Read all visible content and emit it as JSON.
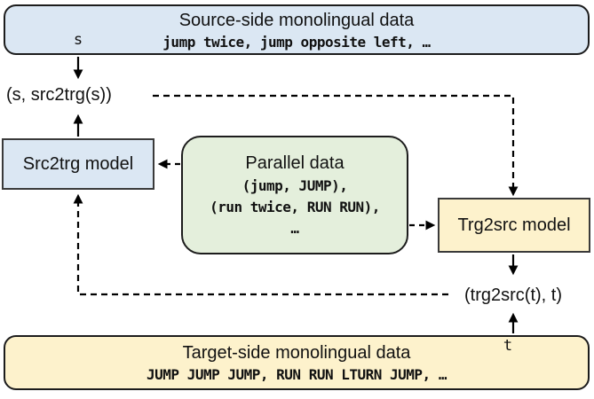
{
  "colors": {
    "box_blue": "#dbe7f3",
    "box_green": "#e4efdc",
    "box_yellow": "#fdf2cc",
    "border_dark": "#1c1c1c",
    "arrow": "#000000"
  },
  "boxes": {
    "source_mono": {
      "title": "Source-side monolingual data",
      "var": "s",
      "sample": "jump twice, jump opposite left, …"
    },
    "src2trg_model": {
      "label": "Src2trg model"
    },
    "parallel": {
      "title": "Parallel data",
      "pairs": [
        "(jump, JUMP),",
        "(run twice, RUN RUN),",
        "…"
      ]
    },
    "trg2src_model": {
      "label": "Trg2src model"
    },
    "target_mono": {
      "title": "Target-side monolingual data",
      "var": "t",
      "sample": "JUMP JUMP JUMP, RUN RUN LTURN JUMP, …"
    }
  },
  "labels": {
    "src_pair": "(s, src2trg(s))",
    "trg_pair": "(trg2src(t), t)"
  }
}
